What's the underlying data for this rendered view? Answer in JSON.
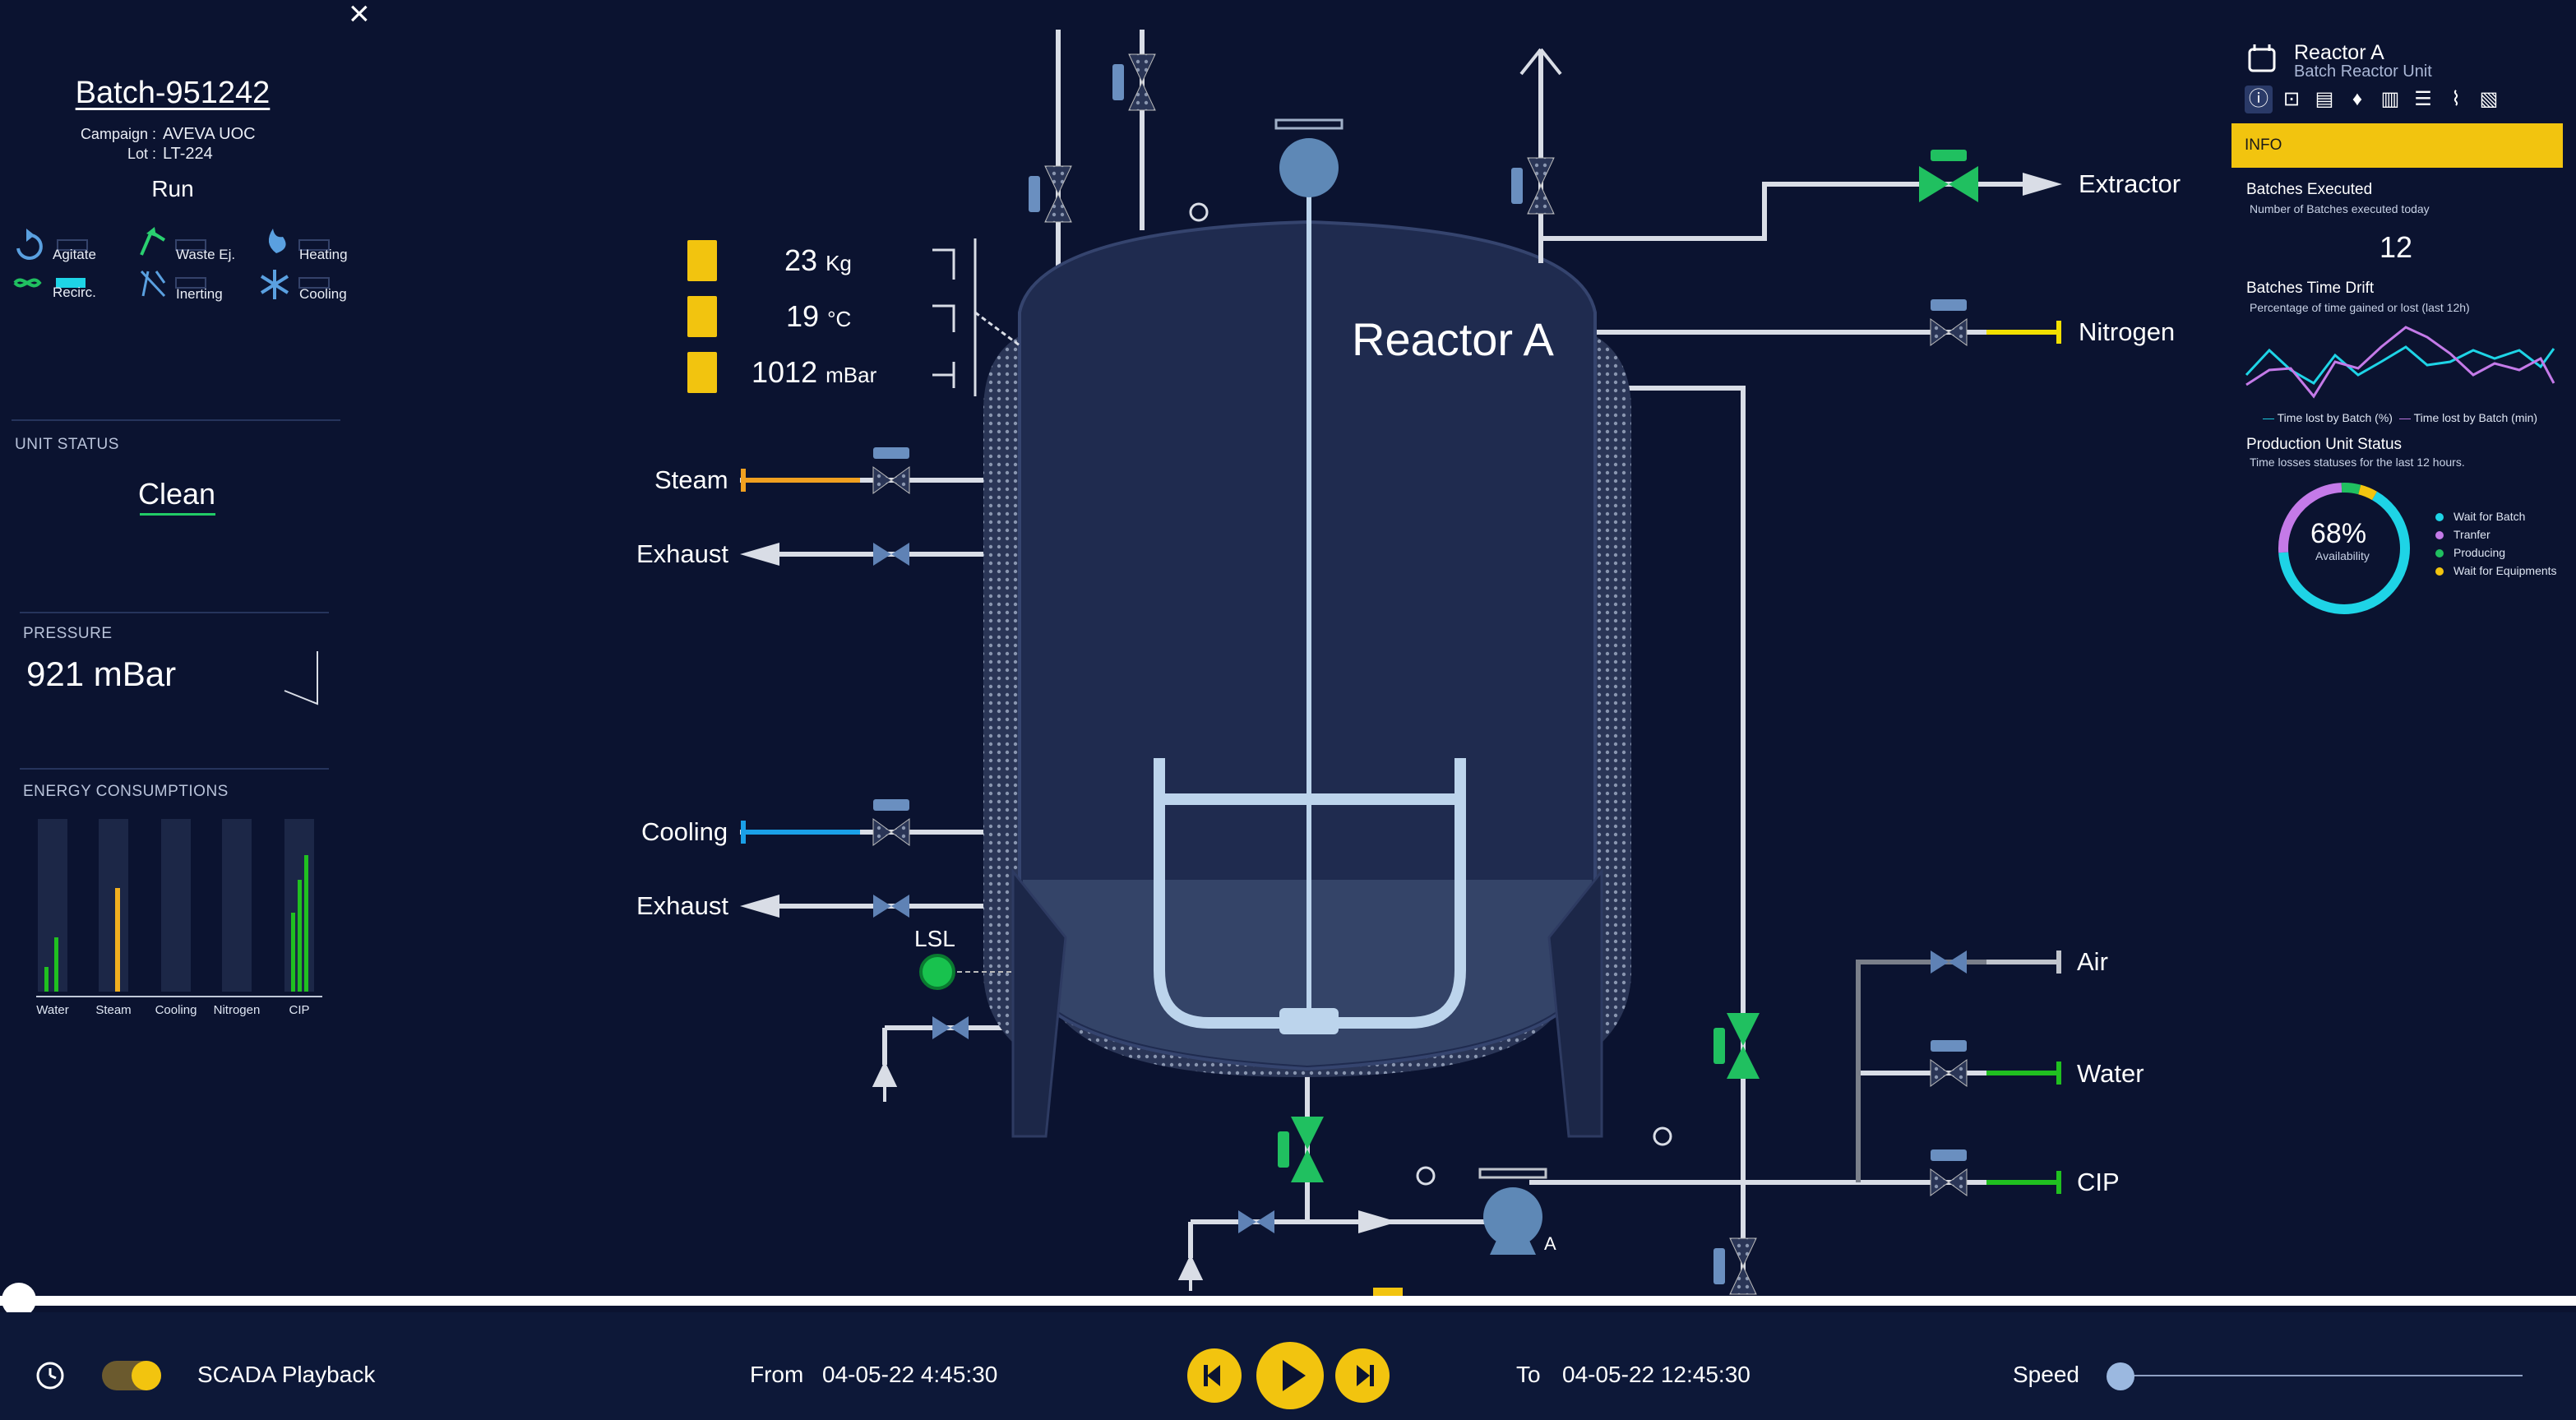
{
  "batch": {
    "title": "Batch-951242",
    "campaign_label": "Campaign :",
    "campaign_value": "AVEVA UOC",
    "lot_label": "Lot :",
    "lot_value": "LT-224",
    "state": "Run"
  },
  "modes": [
    {
      "label": "Agitate",
      "icon": "agitate-icon"
    },
    {
      "label": "Waste Ej.",
      "icon": "waste-ejection-icon"
    },
    {
      "label": "Heating",
      "icon": "flame-icon"
    },
    {
      "label": "Recirc.",
      "icon": "recirculation-icon"
    },
    {
      "label": "Inerting",
      "icon": "inerting-icon"
    },
    {
      "label": "Cooling",
      "icon": "snowflake-icon"
    }
  ],
  "unit_status": {
    "header": "UNIT STATUS",
    "value": "Clean"
  },
  "pressure": {
    "header": "PRESSURE",
    "value": "921 mBar"
  },
  "energy": {
    "header": "ENERGY CONSUMPTIONS",
    "categories": [
      "Water",
      "Steam",
      "Cooling",
      "Nitrogen",
      "CIP"
    ]
  },
  "sensors": [
    {
      "value": "23",
      "unit": "Kg"
    },
    {
      "value": "19",
      "unit": "°C"
    },
    {
      "value": "1012",
      "unit": "mBar"
    }
  ],
  "reactor": {
    "name": "Reactor A"
  },
  "lines": {
    "steam": "Steam",
    "exhaust1": "Exhaust",
    "cooling": "Cooling",
    "exhaust2": "Exhaust",
    "lsl": "LSL",
    "extractor": "Extractor",
    "nitrogen": "Nitrogen",
    "air": "Air",
    "water": "Water",
    "cip": "CIP",
    "pump": "A"
  },
  "right_panel": {
    "title": "Reactor A",
    "subtitle": "Batch Reactor Unit",
    "tabs": [
      "info-icon",
      "capture-icon",
      "archive-icon",
      "alarm-icon",
      "chart-icon",
      "settings-icon",
      "attachment-icon",
      "map-icon"
    ],
    "info_label": "INFO",
    "batches_executed": {
      "title": "Batches Executed",
      "subtitle": "Number of Batches executed today",
      "value": "12"
    },
    "time_drift": {
      "title": "Batches Time Drift",
      "subtitle": "Percentage of time gained or lost (last 12h)",
      "legend1": "Time lost by Batch (%)",
      "legend2": "Time lost by Batch (min)"
    },
    "prod_status": {
      "title": "Production Unit Status",
      "subtitle": "Time losses statuses for the last 12 hours.",
      "value": "68%",
      "value_label": "Availability",
      "legend": [
        {
          "label": "Wait for Batch",
          "color": "#1ed4e6"
        },
        {
          "label": "Tranfer",
          "color": "#c47ae8"
        },
        {
          "label": "Producing",
          "color": "#20c060"
        },
        {
          "label": "Wait for Equipments",
          "color": "#f2c40f"
        }
      ]
    }
  },
  "playback": {
    "label": "SCADA Playback",
    "from_label": "From",
    "from_value": "04-05-22 4:45:30",
    "to_label": "To",
    "to_value": "04-05-22 12:45:30",
    "speed_label": "Speed"
  },
  "colors": {
    "background": "#0b1330",
    "accent": "#f2c40f",
    "valve_green": "#20c060",
    "steam": "#f0a020",
    "cooling": "#1aa0e8",
    "nitrogen": "#f2e000",
    "water": "#20c020"
  }
}
